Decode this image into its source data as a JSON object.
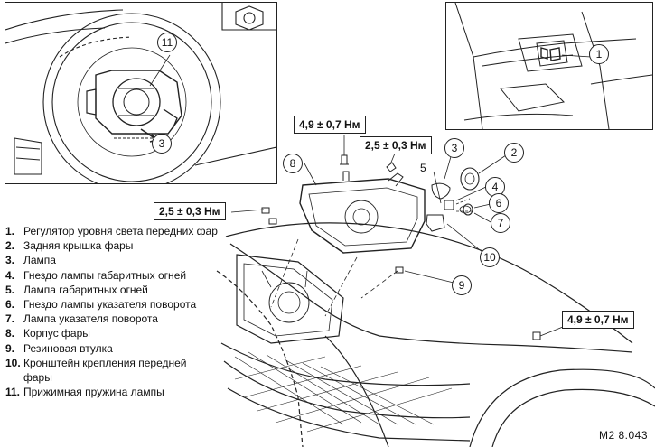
{
  "legend": {
    "items": [
      {
        "num": "1.",
        "text": "Регулятор уровня света передних фар"
      },
      {
        "num": "2.",
        "text": "Задняя крышка фары"
      },
      {
        "num": "3.",
        "text": "Лампа"
      },
      {
        "num": "4.",
        "text": "Гнездо лампы габаритных огней"
      },
      {
        "num": "5.",
        "text": "Лампа габаритных огней"
      },
      {
        "num": "6.",
        "text": "Гнездо лампы указателя поворота"
      },
      {
        "num": "7.",
        "text": "Лампа указателя поворота"
      },
      {
        "num": "8.",
        "text": "Корпус фары"
      },
      {
        "num": "9.",
        "text": "Резиновая втулка"
      },
      {
        "num": "10.",
        "text": "Кронштейн крепления передней фары"
      },
      {
        "num": "11.",
        "text": "Прижимная пружина лампы"
      }
    ]
  },
  "callouts": {
    "c11": "11",
    "c3_inset": "3",
    "c1": "1",
    "c8": "8",
    "c3": "3",
    "c2": "2",
    "c4": "4",
    "c5": "5",
    "c6": "6",
    "c7": "7",
    "c10": "10",
    "c9": "9"
  },
  "torques": {
    "t_top": "4,9 ± 0,7 Нм",
    "t_mid": "2,5 ± 0,3 Нм",
    "t_left": "2,5 ± 0,3 Нм",
    "t_right": "4,9 ± 0,7 Нм"
  },
  "figure_code": "M2 8.043"
}
